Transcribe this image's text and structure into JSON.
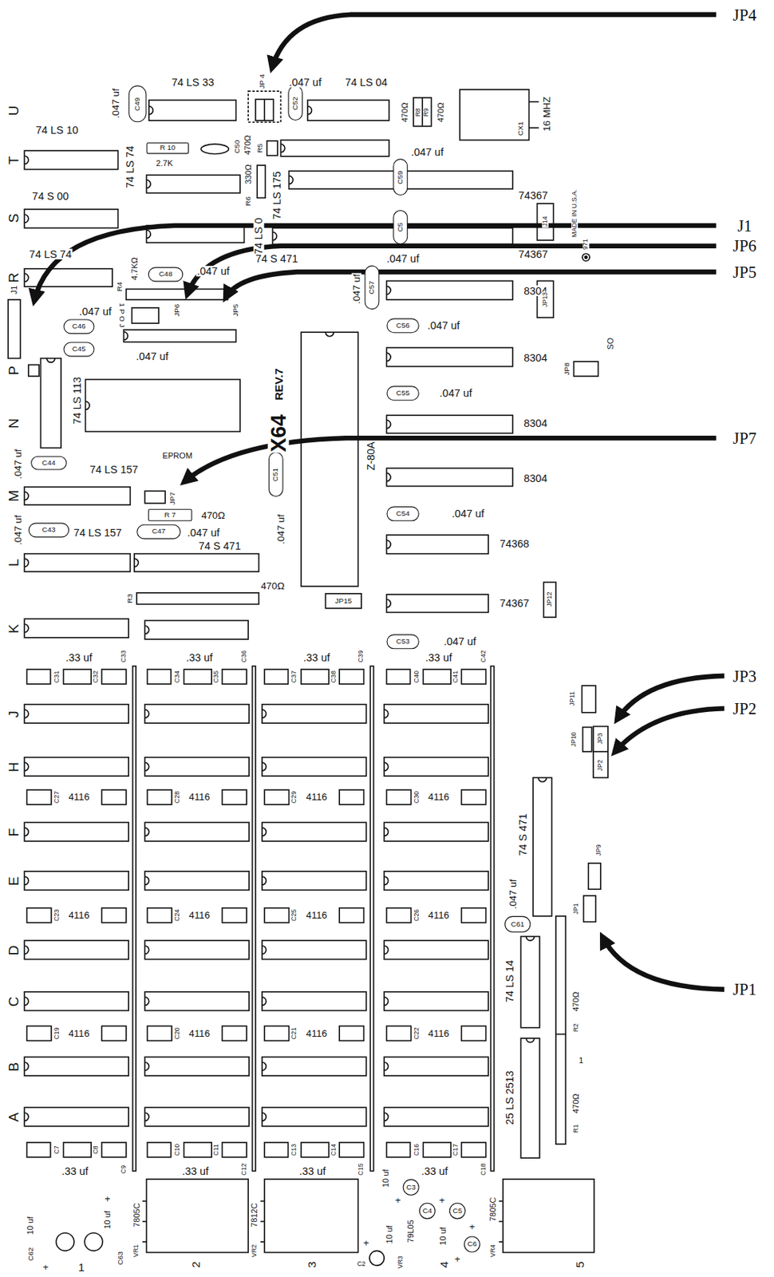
{
  "diagram": {
    "nodes": [
      {
        "text": [
          "C49"
        ]
      },
      {
        "text": [
          "C52"
        ]
      },
      {
        "text": [
          "R 10"
        ]
      },
      {
        "text": [
          "C59"
        ]
      },
      {
        "text": [
          "C5"
        ]
      },
      {
        "text": [
          "C48"
        ]
      },
      {
        "text": [
          "C57"
        ]
      },
      {
        "text": [
          "C46"
        ]
      },
      {
        "text": [
          "C45"
        ]
      },
      {
        "text": [
          "C56"
        ]
      },
      {
        "text": [
          "C55"
        ]
      },
      {
        "text": [
          "C51"
        ]
      },
      {
        "text": [
          "C44"
        ]
      },
      {
        "text": [
          "R 7"
        ]
      },
      {
        "text": [
          "C47"
        ]
      },
      {
        "text": [
          "C43"
        ]
      },
      {
        "text": [
          "C54"
        ]
      },
      {
        "text": [
          "C53"
        ]
      },
      {
        "text": [
          "C61"
        ]
      },
      {
        "text": [
          "C3"
        ]
      },
      {
        "text": [
          "C4"
        ]
      },
      {
        "text": [
          "C5"
        ]
      },
      {
        "text": [
          "C6"
        ]
      }
    ],
    "labels": [
      "JP4",
      "74 LS 33",
      ".047 uf",
      "74 LS 04",
      "JP 4",
      ".047 uf",
      "470Ω",
      "R8",
      "R9",
      "470Ω",
      "16 MHZ",
      "CX1",
      "U",
      "74 LS 10",
      "T",
      "2.7K",
      "C50",
      "470Ω",
      "R5",
      ".047 uf",
      "74 LS 74",
      "330Ω",
      "R6",
      "74 LS 175",
      "74367",
      "S",
      "74 S 00",
      "J14",
      "MADE IN U.S.A.",
      "971",
      "J1",
      "JP6",
      "JP5",
      "74 LS 0",
      "74367",
      "74 LS 74",
      "R",
      "4.7KΩ",
      "R4",
      ".047 uf",
      "74 S 471",
      ".047 uf",
      ".047 uf",
      "8304",
      "JP13",
      "J1",
      "1 P O J",
      "JP6",
      "JP5",
      ".047 uf",
      ".047 uf",
      ".047 uf",
      "8304",
      "JP8",
      "SO",
      "P",
      "REV.7",
      "X64",
      "74 LS 113",
      ".047 uf",
      "N",
      "8304",
      "JP7",
      "Z-80A",
      ".047 uf",
      "74 LS 157",
      "EPROM",
      "8304",
      "M",
      "JP7",
      "470Ω",
      ".047 uf",
      ".047 uf",
      ".047 uf",
      "74 LS 157",
      ".047 uf",
      "74 S 471",
      "74368",
      "L",
      "JP15",
      "470Ω",
      "R3",
      "74367",
      "JP12",
      "K",
      ".047 uf",
      ".33 uf",
      ".33 uf",
      ".33 uf",
      ".33 uf",
      "C31",
      "C32",
      "C33",
      "C34",
      "C35",
      "C36",
      "C37",
      "C38",
      "C39",
      "C40",
      "C41",
      "C42",
      "J",
      "JP3",
      "JP2",
      "JP11",
      "JP10",
      "JP3",
      "JP2",
      "H",
      "C27",
      "4116",
      "C28",
      "4116",
      "C29",
      "4116",
      "C30",
      "4116",
      "F",
      "E",
      "74 S 471",
      ".047 uf",
      "JP9",
      "JP1",
      "C23",
      "4116",
      "C24",
      "4116",
      "C25",
      "4116",
      "C26",
      "4116",
      "D",
      "C",
      "JP1",
      "74 LS 14",
      "470Ω",
      "R2",
      "C19",
      "4116",
      "C20",
      "4116",
      "C21",
      "4116",
      "C22",
      "4116",
      "B",
      "1",
      "25 LS 2513",
      "A",
      "470Ω",
      "R1",
      "C7",
      "C8",
      "C9",
      ".33 uf",
      "C10",
      "C11",
      "C12",
      ".33 uf",
      "C13",
      "C14",
      "C15",
      ".33 uf",
      "C16",
      "C17",
      "C18",
      ".33 uf",
      "10 uf",
      "10 uf",
      "C62",
      "+",
      "1",
      "+",
      "10 uf",
      "C63",
      "7805C",
      "VR1",
      "2",
      "7812C",
      "VR2",
      "3",
      "+",
      "10 uf",
      "C2",
      "+",
      "VR3",
      "79L05",
      "+",
      "10 uf",
      "+",
      "4",
      "+",
      "7805C",
      "VR4",
      "5"
    ]
  }
}
